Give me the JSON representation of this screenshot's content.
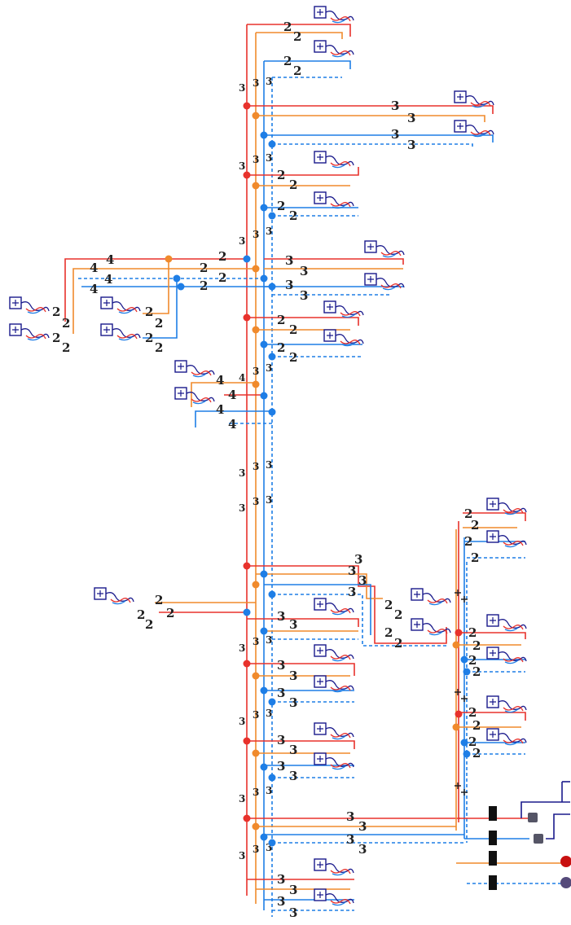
{
  "colors": {
    "supply": "#e8322c",
    "return": "#f08a2c",
    "cold": "#1e7ee6",
    "dark": "#1a1a8c",
    "fitting": "#222222"
  },
  "legend_symbols": [
    "room-icon",
    "radiator-icon",
    "valve-icon",
    "pump-icon",
    "pipe-junction-icon"
  ],
  "labels": {
    "size_2": "2",
    "size_3": "3",
    "size_4": "4"
  }
}
